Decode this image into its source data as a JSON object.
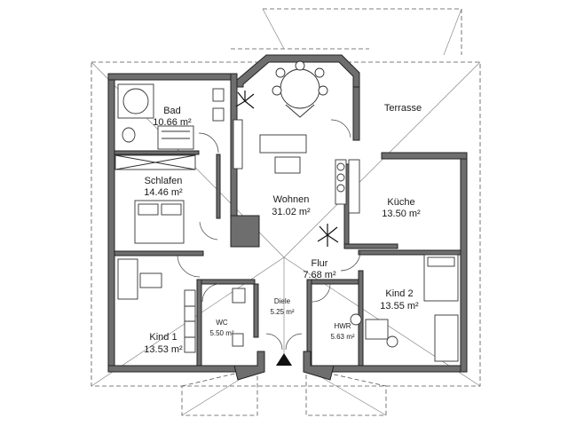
{
  "rooms": {
    "bad": {
      "name": "Bad",
      "area": "10.66 m²"
    },
    "schlafen": {
      "name": "Schlafen",
      "area": "14.46 m²"
    },
    "wohnen": {
      "name": "Wohnen",
      "area": "31.02 m²"
    },
    "terrasse": {
      "name": "Terrasse"
    },
    "kueche": {
      "name": "Küche",
      "area": "13.50 m²"
    },
    "flur": {
      "name": "Flur",
      "area": "7.68 m²"
    },
    "kind2": {
      "name": "Kind 2",
      "area": "13.55 m²"
    },
    "diele": {
      "name": "Diele",
      "area": "5.25 m²"
    },
    "wc": {
      "name": "WC",
      "area": "5.50 m²"
    },
    "hwr": {
      "name": "HWR",
      "area": "5.63 m²"
    },
    "kind1": {
      "name": "Kind 1",
      "area": "13.53 m²"
    }
  },
  "icons": {
    "entrance": "entrance-arrow-icon",
    "plant": "plant-icon",
    "dining": "dining-table-icon",
    "sofa": "sofa-icon"
  }
}
